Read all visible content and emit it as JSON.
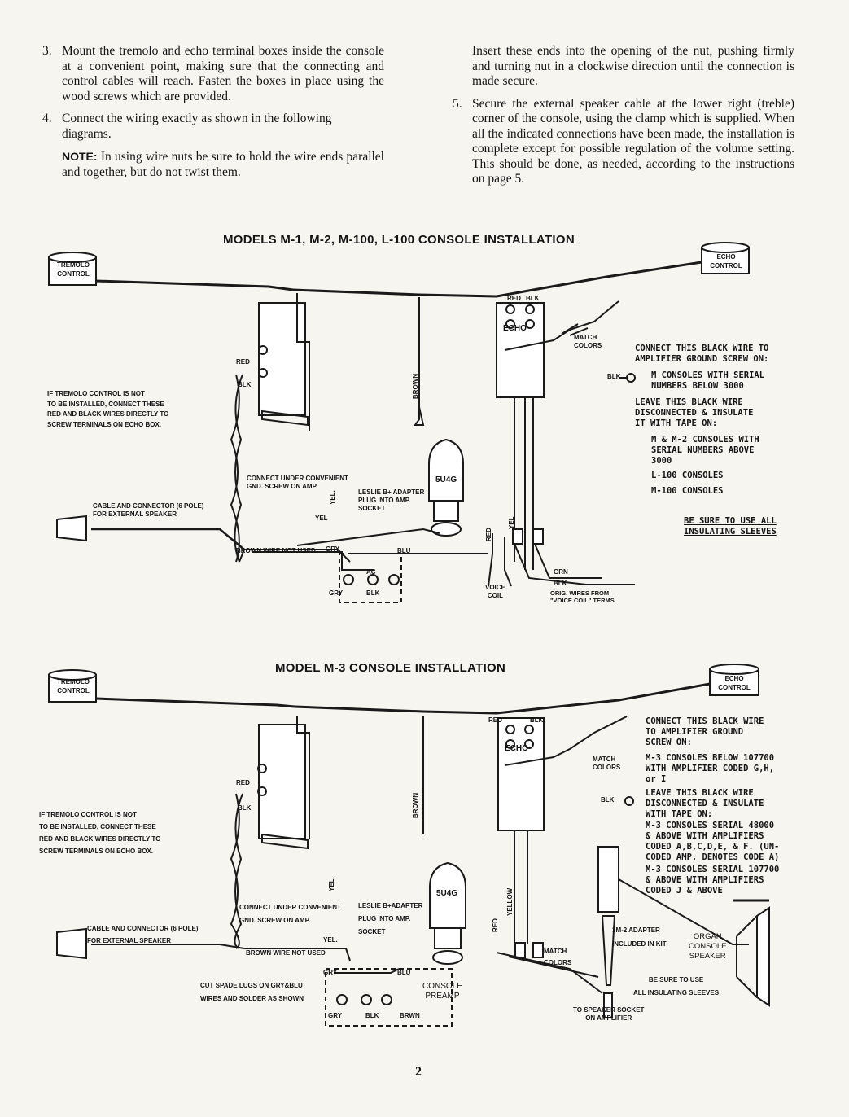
{
  "text": {
    "step3_num": "3.",
    "step3": "Mount the tremolo and echo terminal boxes inside the console at a convenient point, making sure that the connecting and control cables will reach. Fasten the boxes in place using the wood screws which are provided.",
    "step4_num": "4.",
    "step4": "Connect the wiring exactly as shown in the following diagrams.",
    "note_label": "NOTE:",
    "note": " In using wire nuts be sure to hold the wire ends parallel and together, but do not twist them.",
    "step4_cont": "Insert these ends into the opening of the nut, pushing firmly and turning nut in a clockwise direction until the connection is made secure.",
    "step5_num": "5.",
    "step5": "Secure the external speaker cable at the lower right (treble) corner of the console, using the clamp which is supplied. When all the indicated connections have been made, the installation is complete except for possible regulation of the volume setting. This should be done, as needed, according to the instructions on page 5."
  },
  "diagram1": {
    "title": "MODELS M-1, M-2, M-100, L-100  CONSOLE INSTALLATION",
    "tremolo": "TREMOLO\nCONTROL",
    "echo_ctrl": "ECHO\nCONTROL",
    "red": "RED",
    "blk": "BLK",
    "echo": "ECHO",
    "match_colors": "MATCH\nCOLORS",
    "brown": "BROWN",
    "tube": "5U4G",
    "note_tremolo": "IF TREMOLO CONTROL IS NOT\nTO BE INSTALLED, CONNECT THESE\nRED AND BLACK WIRES DIRECTLY TO\nSCREW TERMINALS ON ECHO BOX.",
    "gnd": "CONNECT UNDER CONVENIENT\nGND. SCREW ON AMP.",
    "yel": "YEL.",
    "yel2": "YEL",
    "leslie": "LESLIE B+ ADAPTER\nPLUG INTO AMP.\nSOCKET",
    "cable": "CABLE AND CONNECTOR (6 POLE)\nFOR EXTERNAL SPEAKER",
    "brown_not_used": "BROWN WIRE NOT USED",
    "gry": "GRY",
    "blu": "BLU",
    "ac": "AC",
    "red_v": "RED",
    "yel_v": "YEL",
    "voice_coil": "VOICE\nCOIL",
    "grn": "GRN",
    "orig": "ORIG. WIRES FROM\n\"VOICE COIL\" TERMS",
    "connect_black": "CONNECT THIS BLACK WIRE TO\nAMPLIFIER GROUND SCREW ON:",
    "m_below": "M CONSOLES WITH SERIAL\nNUMBERS BELOW 3000",
    "leave": "LEAVE THIS BLACK WIRE\nDISCONNECTED & INSULATE\nIT WITH TAPE ON:",
    "m_above": "M & M-2 CONSOLES WITH\nSERIAL NUMBERS ABOVE\n3000",
    "l100": "L-100 CONSOLES",
    "m100": "M-100 CONSOLES",
    "sleeves": "BE SURE TO USE ALL\nINSULATING SLEEVES"
  },
  "diagram2": {
    "title": "MODEL M-3 CONSOLE INSTALLATION",
    "tremolo": "TREMOLO\nCONTROL",
    "echo_ctrl": "ECHO\nCONTROL",
    "red": "RED",
    "blk": "BLK",
    "echo": "ECHO",
    "match_colors": "MATCH\nCOLORS",
    "brown": "BROWN",
    "tube": "5U4G",
    "note_tremolo": "IF TREMOLO CONTROL IS NOT\nTO BE INSTALLED, CONNECT THESE\nRED AND BLACK WIRES DIRECTLY TC\nSCREW TERMINALS ON ECHO BOX.",
    "gnd": "CONNECT UNDER CONVENIENT\nGND. SCREW ON AMP.",
    "yel": "YEL.",
    "yel_v": "YEL.",
    "leslie": "LESLIE B+ADAPTER\nPLUG INTO AMP.\nSOCKET",
    "cable": "CABLE AND CONNECTOR (6 POLE)\nFOR EXTERNAL SPEAKER",
    "brown_not_used": "BROWN WIRE NOT USED",
    "gry": "GRY",
    "blu": "BLU",
    "brwn": "BRWN",
    "cut": "CUT SPADE LUGS ON GRY&BLU\nWIRES AND SOLDER AS SHOWN",
    "preamp": "CONSOLE\nPREAMP",
    "red_v": "RED",
    "yellow_v": "YELLOW",
    "match2": "MATCH\nCOLORS",
    "adapter": "3M-2 ADAPTER\nINCLUDED IN KIT",
    "organ_spk": "ORGAN\nCONSOLE\nSPEAKER",
    "sleeves": "BE SURE TO USE\nALL INSULATING SLEEVES",
    "to_socket": "TO SPEAKER SOCKET\nON AMPLIFIER",
    "connect_black": "CONNECT THIS BLACK WIRE\nTO AMPLIFIER GROUND\nSCREW ON:",
    "m3_below": "M-3 CONSOLES BELOW 107700\nWITH AMPLIFIER CODED G,H,\nor I",
    "leave": "LEAVE THIS BLACK WIRE\nDISCONNECTED & INSULATE\nWITH TAPE ON:",
    "m3_48000": "M-3 CONSOLES SERIAL 48000\n& ABOVE WITH AMPLIFIERS\nCODED A,B,C,D,E, & F. (UN-\nCODED AMP. DENOTES CODE A)",
    "m3_107700": "M-3 CONSOLES SERIAL 107700\n& ABOVE WITH AMPLIFIERS\nCODED J & ABOVE"
  },
  "page_number": "2"
}
